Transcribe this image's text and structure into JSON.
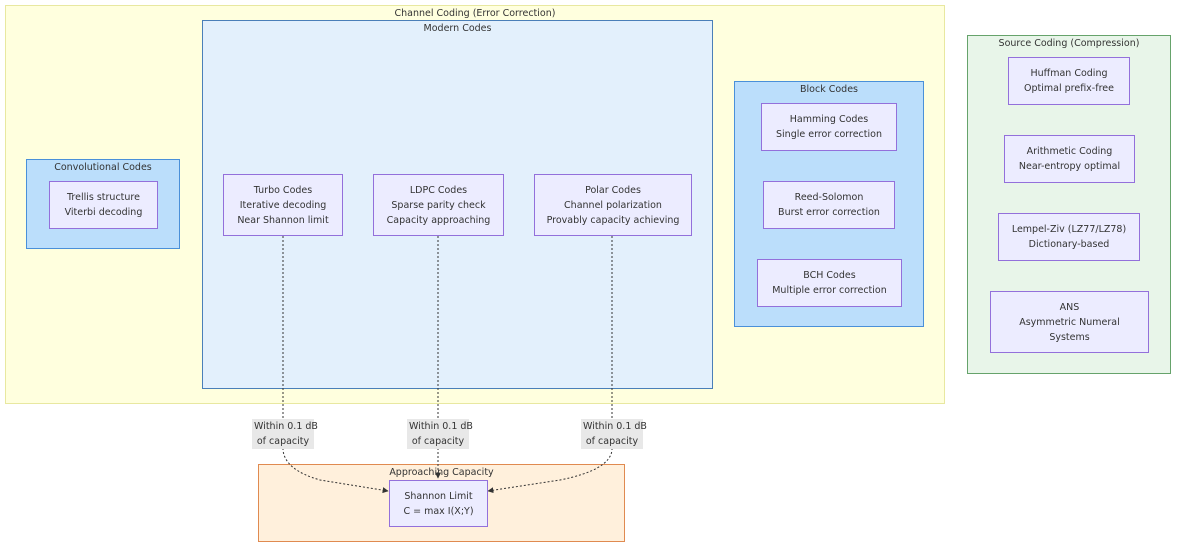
{
  "clusters": {
    "channel": {
      "title": "Channel Coding (Error Correction)"
    },
    "modern": {
      "title": "Modern Codes"
    },
    "convolutional": {
      "title": "Convolutional Codes"
    },
    "block": {
      "title": "Block Codes"
    },
    "source": {
      "title": "Source Coding (Compression)"
    },
    "capacity": {
      "title": "Approaching Capacity"
    }
  },
  "nodes": {
    "trellis": {
      "line1": "Trellis structure",
      "line2": "Viterbi decoding"
    },
    "turbo": {
      "line1": "Turbo Codes",
      "line2": "Iterative decoding",
      "line3": "Near Shannon limit"
    },
    "ldpc": {
      "line1": "LDPC Codes",
      "line2": "Sparse parity check",
      "line3": "Capacity approaching"
    },
    "polar": {
      "line1": "Polar Codes",
      "line2": "Channel polarization",
      "line3": "Provably capacity achieving"
    },
    "hamming": {
      "line1": "Hamming Codes",
      "line2": "Single error correction"
    },
    "reed": {
      "line1": "Reed-Solomon",
      "line2": "Burst error correction"
    },
    "bch": {
      "line1": "BCH Codes",
      "line2": "Multiple error correction"
    },
    "huffman": {
      "line1": "Huffman Coding",
      "line2": "Optimal prefix-free"
    },
    "arithmetic": {
      "line1": "Arithmetic Coding",
      "line2": "Near-entropy optimal"
    },
    "lempel": {
      "line1": "Lempel-Ziv (LZ77/LZ78)",
      "line2": "Dictionary-based"
    },
    "ans": {
      "line1": "ANS",
      "line2": "Asymmetric Numeral",
      "line3": "Systems"
    },
    "shannon": {
      "line1": "Shannon Limit",
      "line2": "C = max I(X;Y)"
    }
  },
  "edges": {
    "turbo_label": {
      "line1": "Within 0.1 dB",
      "line2": "of capacity"
    },
    "ldpc_label": {
      "line1": "Within 0.1 dB",
      "line2": "of capacity"
    },
    "polar_label": {
      "line1": "Within 0.1 dB",
      "line2": "of capacity"
    }
  },
  "colors": {
    "channel_fill": "#FFFFDE",
    "channel_border": "#E8E8A0",
    "modern_fill": "#E3F0FC",
    "modern_border": "#4A7FB8",
    "block_fill": "#BBDEFB",
    "block_border": "#4A90D9",
    "source_fill": "#E8F5E9",
    "source_border": "#66A36B",
    "capacity_fill": "#FFF0DC",
    "capacity_border": "#E08A50",
    "node_fill": "#ECECFF",
    "node_border": "#9370DB"
  }
}
